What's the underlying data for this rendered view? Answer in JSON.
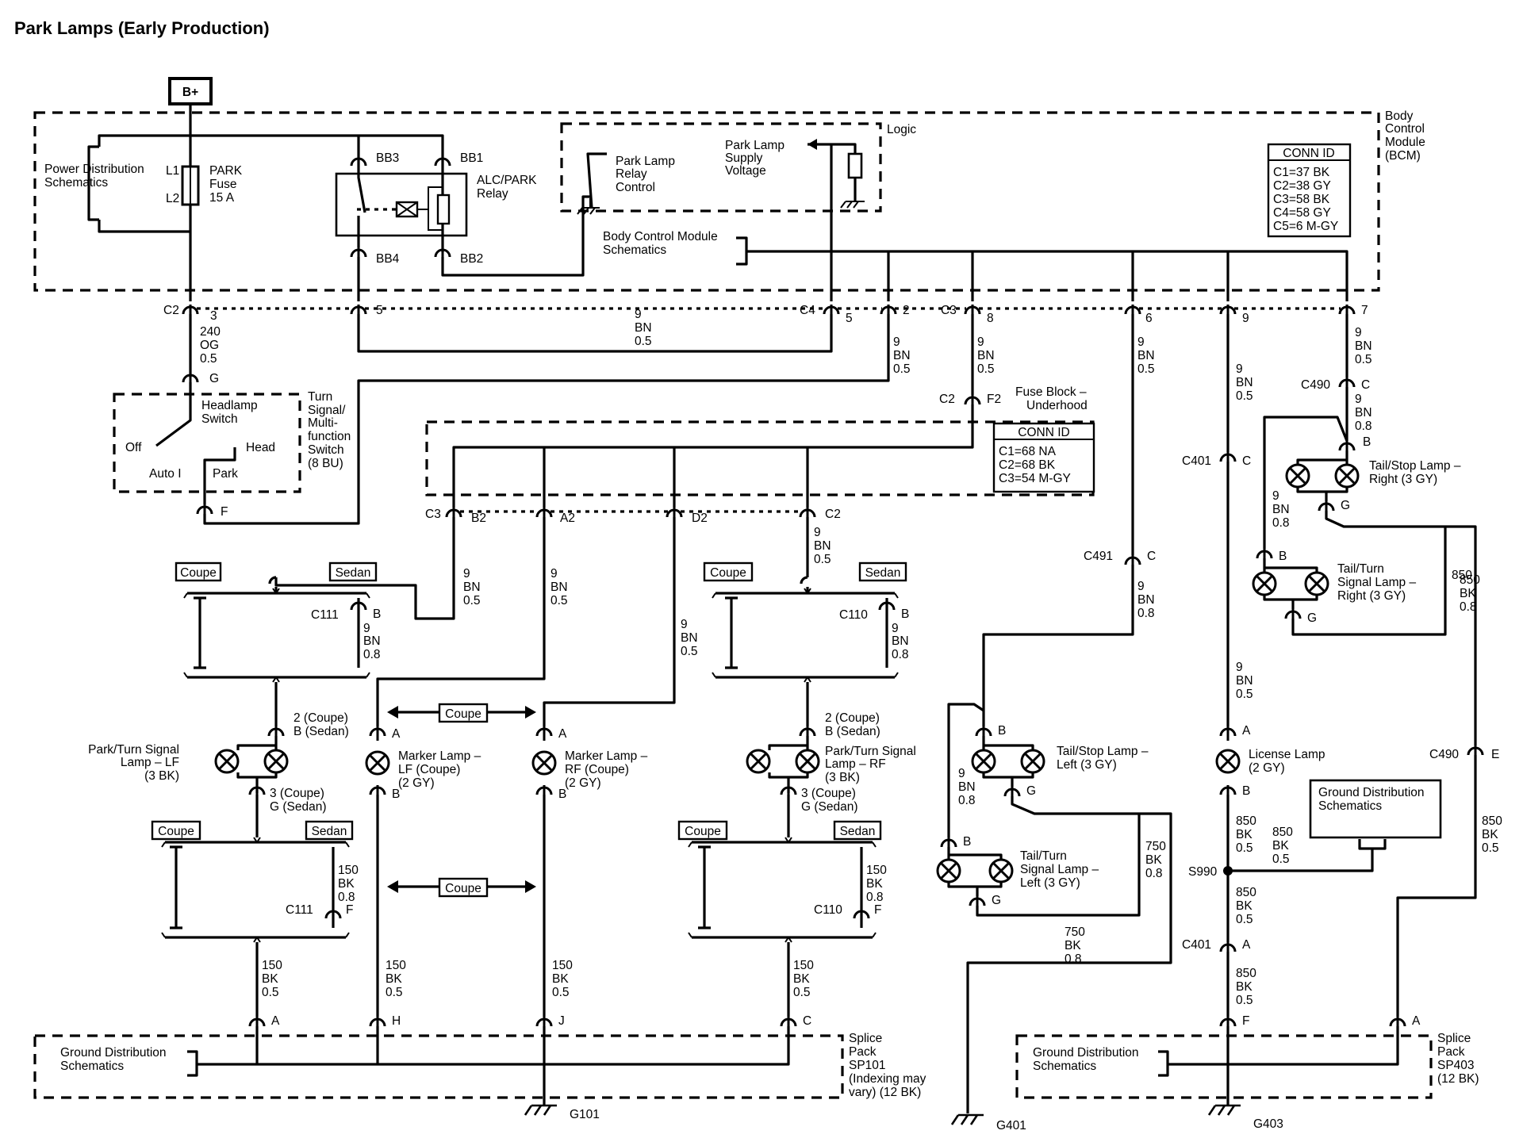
{
  "title": "Park Lamps (Early Production)",
  "supply": "B+",
  "bcm": {
    "label": [
      "Body",
      "Control",
      "Module",
      "(BCM)"
    ],
    "logic": "Logic",
    "park_relay_ctrl": [
      "Park Lamp",
      "Relay",
      "Control"
    ],
    "park_supply": [
      "Park Lamp",
      "Supply",
      "Voltage"
    ],
    "bcm_schematics": [
      "Body Control Module",
      "Schematics"
    ],
    "power_dist": [
      "Power Distribution",
      "Schematics"
    ],
    "fuse": {
      "top": "L1",
      "bottom": "L2",
      "name": [
        "PARK",
        "Fuse",
        "15 A"
      ]
    },
    "relay": {
      "name": [
        "ALC/PARK",
        "Relay"
      ],
      "pins": [
        "BB3",
        "BB1",
        "BB4",
        "BB2"
      ]
    },
    "conn_id": {
      "title": "CONN ID",
      "rows": [
        "C1=37 BK",
        "C2=38 GY",
        "C3=58 BK",
        "C4=58 GY",
        "C5=6 M-GY"
      ]
    }
  },
  "bcm_pins": {
    "c2": "C2",
    "c2_pin": "3",
    "relay_pin": "5",
    "c4": "C4",
    "c4_pin5": "5",
    "c4_pin2": "2",
    "c3": "C3",
    "c3_pin8": "8",
    "pin6": "6",
    "pin9": "9",
    "pin7": "7"
  },
  "headlamp_switch": {
    "name": [
      "Headlamp",
      "Switch"
    ],
    "module": [
      "Turn",
      "Signal/",
      "Multi-",
      "function",
      "Switch",
      "(8 BU)"
    ],
    "positions": [
      "Off",
      "Auto I",
      "Park",
      "Head"
    ],
    "pin_g": "G",
    "pin_f": "F"
  },
  "fuse_block": {
    "conn": "C2",
    "pin": "F2",
    "name": [
      "Fuse Block –",
      "Underhood"
    ],
    "conn_id": {
      "title": "CONN ID",
      "rows": [
        "C1=68 NA",
        "C2=68 BK",
        "C3=54 M-GY"
      ]
    },
    "outputs": {
      "c3": "C3",
      "b2": "B2",
      "a2": "A2",
      "d2": "D2",
      "c2": "C2"
    }
  },
  "wires": {
    "w240": [
      "240",
      "OG",
      "0.5"
    ],
    "w9_05": [
      "9",
      "BN",
      "0.5"
    ],
    "w9_08": [
      "9",
      "BN",
      "0.8"
    ],
    "w150_08": [
      "150",
      "BK",
      "0.8"
    ],
    "w150_05": [
      "150",
      "BK",
      "0.5"
    ],
    "w850_08": [
      "850",
      "BK",
      "0.8"
    ],
    "w850_05": [
      "850",
      "BK",
      "0.5"
    ],
    "w750_08": [
      "750",
      "BK",
      "0.8"
    ]
  },
  "options": {
    "coupe": "Coupe",
    "sedan": "Sedan"
  },
  "connectors": {
    "c111": "C111",
    "c110": "C110",
    "c401": "C401",
    "c490": "C490",
    "c491": "C491",
    "s990": "S990"
  },
  "lamps": {
    "park_lf": [
      "Park/Turn Signal",
      "Lamp – LF",
      "(3 BK)"
    ],
    "park_rf": [
      "Park/Turn Signal",
      "Lamp – RF",
      "(3 BK)"
    ],
    "marker_lf": [
      "Marker Lamp –",
      "LF (Coupe)",
      "(2 GY)"
    ],
    "marker_rf": [
      "Marker Lamp –",
      "RF (Coupe)",
      "(2 GY)"
    ],
    "tail_stop_right": [
      "Tail/Stop Lamp –",
      "Right (3 GY)"
    ],
    "tail_turn_right": [
      "Tail/Turn",
      "Signal Lamp –",
      "Right (3 GY)"
    ],
    "tail_stop_left": [
      "Tail/Stop Lamp –",
      "Left (3 GY)"
    ],
    "tail_turn_left": [
      "Tail/Turn",
      "Signal Lamp –",
      "Left (3 GY)"
    ],
    "license": [
      "License Lamp",
      "(2 GY)"
    ]
  },
  "pin_labels": {
    "coupe_sedan_top": [
      "2 (Coupe)",
      "B (Sedan)"
    ],
    "coupe_sedan_bot": [
      "3 (Coupe)",
      "G (Sedan)"
    ]
  },
  "ground": {
    "gds": [
      "Ground Distribution",
      "Schematics"
    ],
    "sp101": [
      "Splice",
      "Pack",
      "SP101",
      "(Indexing may",
      "vary) (12 BK)"
    ],
    "sp403": [
      "Splice",
      "Pack",
      "SP403",
      "(12 BK)"
    ],
    "g101": "G101",
    "g401": "G401",
    "g403": "G403"
  }
}
